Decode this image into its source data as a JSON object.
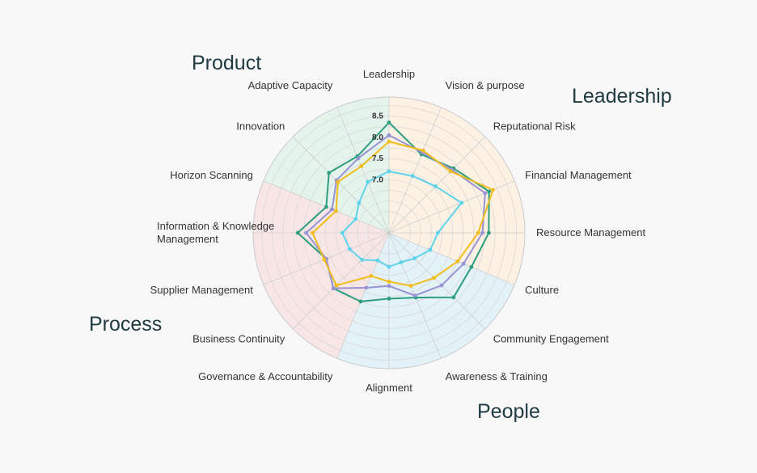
{
  "chart_data": {
    "type": "radar",
    "categories": [
      "Leadership",
      "Vision & purpose",
      "Reputational Risk",
      "Financial Management",
      "Resource Management",
      "Culture",
      "Community Engagement",
      "Awareness & Training",
      "Alignment",
      "Governance & Accountability",
      "Business Continuity",
      "Supplier Management",
      "Information & Knowledge Management",
      "Horizon Scanning",
      "Innovation",
      "Adaptive Capacity"
    ],
    "ticks": [
      "7.0",
      "7.5",
      "8.0",
      "8.5"
    ],
    "tick_values": [
      7.0,
      7.5,
      8.0,
      8.5
    ],
    "range": [
      5.75,
      8.95
    ],
    "sections": [
      {
        "name": "Leadership",
        "color": "#fdf1e3",
        "from_axis": 0,
        "axis_count": 5
      },
      {
        "name": "People",
        "color": "#e3f1f9",
        "from_axis": 5,
        "axis_count": 4
      },
      {
        "name": "Process",
        "color": "#f8e6e6",
        "from_axis": 9,
        "axis_count": 4
      },
      {
        "name": "Product",
        "color": "#e4f4ec",
        "from_axis": 13,
        "axis_count": 3
      }
    ],
    "series": [
      {
        "color": "#2e9e7e",
        "values": [
          8.35,
          7.75,
          7.9,
          8.3,
          8.1,
          7.85,
          7.9,
          7.4,
          7.3,
          7.5,
          7.6,
          7.35,
          7.9,
          7.35,
          7.75,
          7.7
        ]
      },
      {
        "color": "#9a93d3",
        "values": [
          8.05,
          7.8,
          7.85,
          8.2,
          7.95,
          7.65,
          7.5,
          7.35,
          7.0,
          7.15,
          7.6,
          7.35,
          7.7,
          7.2,
          7.5,
          7.65
        ]
      },
      {
        "color": "#f0bd1c",
        "values": [
          7.9,
          7.85,
          7.8,
          8.4,
          7.85,
          7.5,
          7.25,
          7.1,
          6.9,
          6.85,
          7.5,
          7.4,
          7.55,
          7.1,
          7.45,
          7.45
        ]
      },
      {
        "color": "#5fd3ea",
        "values": [
          7.2,
          7.2,
          7.3,
          7.6,
          6.9,
          6.8,
          6.6,
          6.5,
          6.55,
          6.45,
          6.65,
          6.75,
          6.85,
          6.6,
          6.75,
          7.05
        ]
      }
    ]
  },
  "section_labels": {
    "leadership": "Leadership",
    "people": "People",
    "process": "Process",
    "product": "Product"
  }
}
